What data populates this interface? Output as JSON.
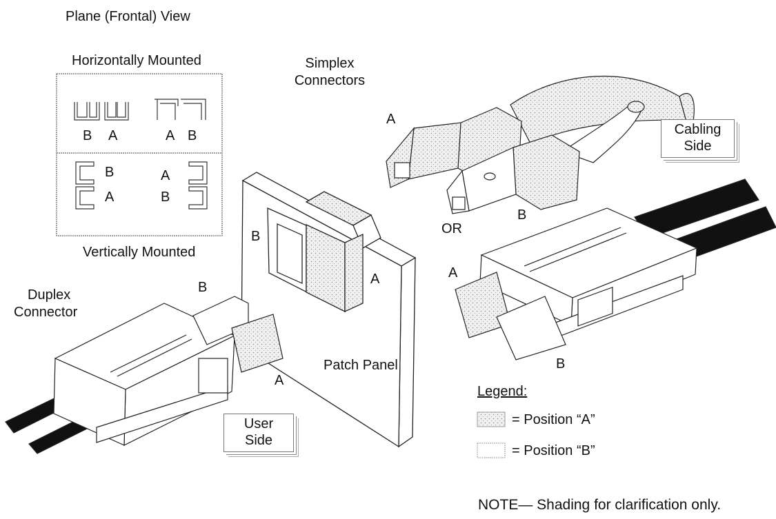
{
  "titles": {
    "plane_view": "Plane (Frontal) View",
    "horizontal": "Horizontally Mounted",
    "vertical": "Vertically Mounted",
    "simplex": [
      "Simplex",
      "Connectors"
    ],
    "duplex": [
      "Duplex",
      "Connector"
    ],
    "patch_panel": "Patch Panel",
    "or": "OR"
  },
  "position_labels": {
    "a": "A",
    "b": "B"
  },
  "boxes": {
    "cabling_side": [
      "Cabling",
      "Side"
    ],
    "user_side": [
      "User",
      "Side"
    ]
  },
  "legend": {
    "title": "Legend:",
    "items": [
      "= Position “A”",
      "= Position “B”"
    ]
  },
  "note": "NOTE— Shading for clarification only.",
  "colors": {
    "line": "#222222",
    "shade": "#e6e6e6",
    "cable": "#111111"
  }
}
